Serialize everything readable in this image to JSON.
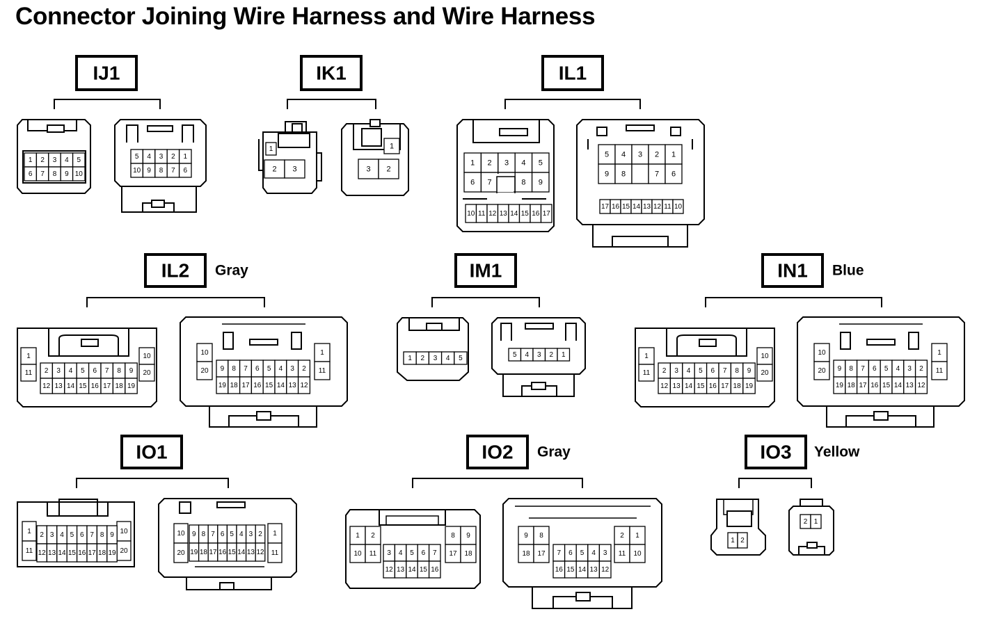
{
  "title": "Connector Joining Wire Harness and Wire Harness",
  "connectors": [
    {
      "id": "IJ1",
      "color": "",
      "female": {
        "rows": [
          [
            "1",
            "2",
            "3",
            "4",
            "5"
          ],
          [
            "6",
            "7",
            "8",
            "9",
            "10"
          ]
        ]
      },
      "male": {
        "rows": [
          [
            "5",
            "4",
            "3",
            "2",
            "1"
          ],
          [
            "10",
            "9",
            "8",
            "7",
            "6"
          ]
        ]
      }
    },
    {
      "id": "IK1",
      "color": "",
      "female": {
        "rows": [
          [
            "1"
          ],
          [
            "2",
            "3"
          ]
        ]
      },
      "male": {
        "rows": [
          [
            "1"
          ],
          [
            "3",
            "2"
          ]
        ]
      }
    },
    {
      "id": "IL1",
      "color": "",
      "female": {
        "rows": [
          [
            "1",
            "2",
            "3",
            "4",
            "5"
          ],
          [
            "6",
            "7",
            "",
            "8",
            "9"
          ],
          [
            "10",
            "11",
            "12",
            "13",
            "14",
            "15",
            "16",
            "17"
          ]
        ]
      },
      "male": {
        "rows": [
          [
            "5",
            "4",
            "3",
            "2",
            "1"
          ],
          [
            "9",
            "8",
            "",
            "7",
            "6"
          ],
          [
            "17",
            "16",
            "15",
            "14",
            "13",
            "12",
            "11",
            "10"
          ]
        ]
      }
    },
    {
      "id": "IL2",
      "color": "Gray",
      "female": {
        "left": [
          "1",
          "11"
        ],
        "right": [
          "10",
          "20"
        ],
        "rows": [
          [
            "2",
            "3",
            "4",
            "5",
            "6",
            "7",
            "8",
            "9"
          ],
          [
            "12",
            "13",
            "14",
            "15",
            "16",
            "17",
            "18",
            "19"
          ]
        ]
      },
      "male": {
        "left": [
          "10",
          "20"
        ],
        "right": [
          "1",
          "11"
        ],
        "rows": [
          [
            "9",
            "8",
            "7",
            "6",
            "5",
            "4",
            "3",
            "2"
          ],
          [
            "19",
            "18",
            "17",
            "16",
            "15",
            "14",
            "13",
            "12"
          ]
        ]
      }
    },
    {
      "id": "IM1",
      "color": "",
      "female": {
        "rows": [
          [
            "1",
            "2",
            "3",
            "4",
            "5"
          ]
        ]
      },
      "male": {
        "rows": [
          [
            "5",
            "4",
            "3",
            "2",
            "1"
          ]
        ]
      }
    },
    {
      "id": "IN1",
      "color": "Blue",
      "female": {
        "left": [
          "1",
          "11"
        ],
        "right": [
          "10",
          "20"
        ],
        "rows": [
          [
            "2",
            "3",
            "4",
            "5",
            "6",
            "7",
            "8",
            "9"
          ],
          [
            "12",
            "13",
            "14",
            "15",
            "16",
            "17",
            "18",
            "19"
          ]
        ]
      },
      "male": {
        "left": [
          "10",
          "20"
        ],
        "right": [
          "1",
          "11"
        ],
        "rows": [
          [
            "9",
            "8",
            "7",
            "6",
            "5",
            "4",
            "3",
            "2"
          ],
          [
            "19",
            "18",
            "17",
            "16",
            "15",
            "14",
            "13",
            "12"
          ]
        ]
      }
    },
    {
      "id": "IO1",
      "color": "",
      "female": {
        "left": [
          "1",
          "11"
        ],
        "right": [
          "10",
          "20"
        ],
        "rows": [
          [
            "2",
            "3",
            "4",
            "5",
            "6",
            "7",
            "8",
            "9"
          ],
          [
            "12",
            "13",
            "14",
            "15",
            "16",
            "17",
            "18",
            "19"
          ]
        ]
      },
      "male": {
        "left": [
          "10",
          "20"
        ],
        "right": [
          "1",
          "11"
        ],
        "rows": [
          [
            "9",
            "8",
            "7",
            "6",
            "5",
            "4",
            "3",
            "2"
          ],
          [
            "19",
            "18",
            "17",
            "16",
            "15",
            "14",
            "13",
            "12"
          ]
        ]
      }
    },
    {
      "id": "IO2",
      "color": "Gray",
      "female": {
        "left": [
          [
            "1",
            "2"
          ],
          [
            "10",
            "11"
          ]
        ],
        "right": [
          [
            "8",
            "9"
          ],
          [
            "17",
            "18"
          ]
        ],
        "rows": [
          [
            "3",
            "4",
            "5",
            "6",
            "7"
          ],
          [
            "12",
            "13",
            "14",
            "15",
            "16"
          ]
        ]
      },
      "male": {
        "left": [
          [
            "9",
            "8"
          ],
          [
            "18",
            "17"
          ]
        ],
        "right": [
          [
            "2",
            "1"
          ],
          [
            "11",
            "10"
          ]
        ],
        "rows": [
          [
            "7",
            "6",
            "5",
            "4",
            "3"
          ],
          [
            "16",
            "15",
            "14",
            "13",
            "12"
          ]
        ]
      }
    },
    {
      "id": "IO3",
      "color": "Yellow",
      "female": {
        "rows": [
          [
            "1",
            "2"
          ]
        ]
      },
      "male": {
        "rows": [
          [
            "2",
            "1"
          ]
        ]
      }
    }
  ]
}
